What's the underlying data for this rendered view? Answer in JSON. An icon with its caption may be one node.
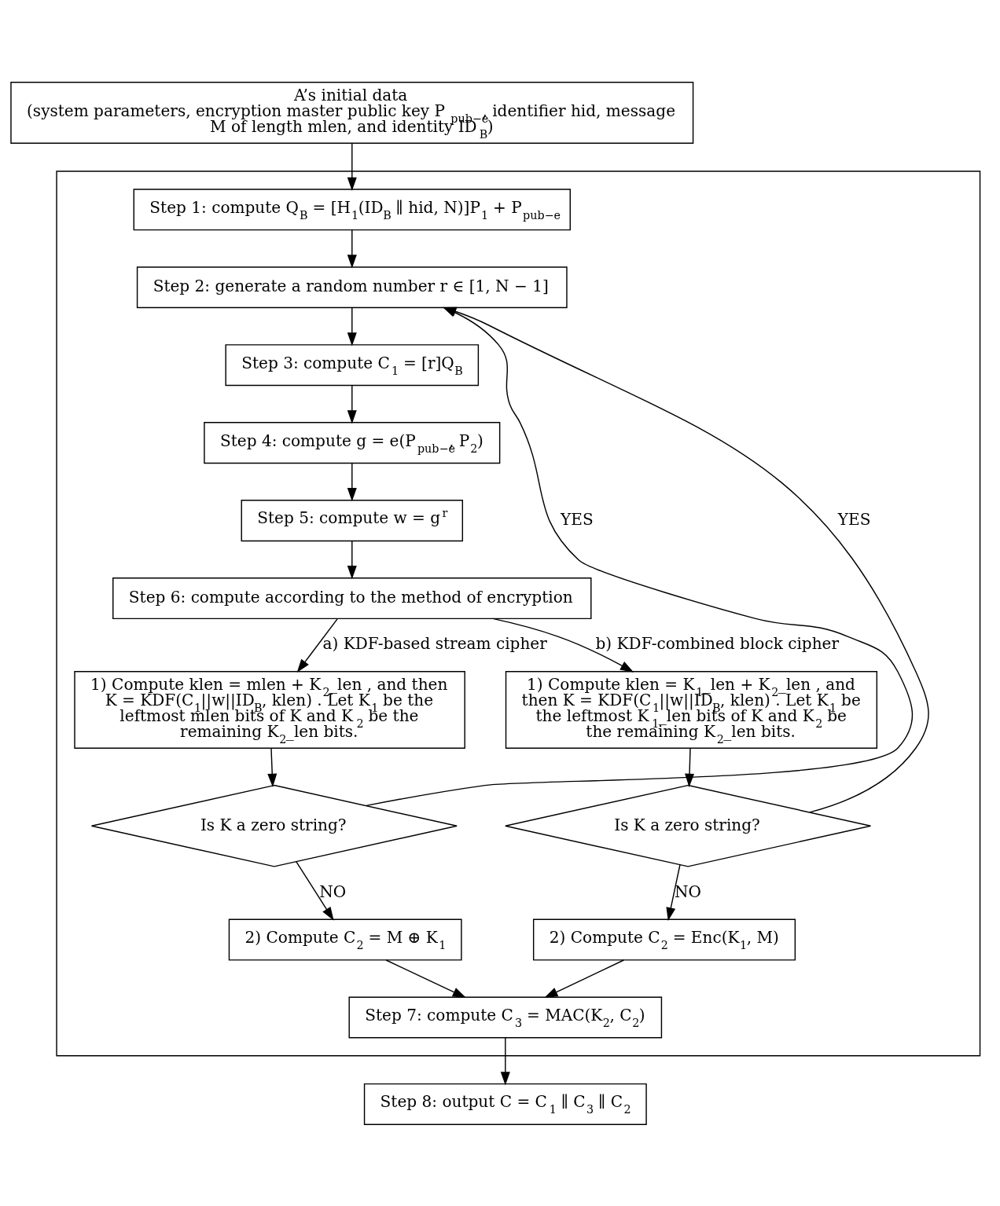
{
  "diagram": {
    "nodes": [
      {
        "text": [
          "A’s initial data",
          "(system parameters, encryption master public key P$_{pub−e}$, identifier hid, message M of length mlen, and identity ID$_{B}$)"
        ]
      },
      {
        "text": [],
        "shape": "box"
      },
      {
        "text": [
          "Step 1: compute Q$_{B}$ = [H$_{1}$(ID$_{B}$ ∥ hid, N)]P$_{1}$ + P$_{pub−e}$"
        ],
        "in": 1
      },
      {
        "text": [
          "Step 2: generate a random number r ∈ [1, N − 1]"
        ],
        "in": 1
      },
      {
        "text": [
          "Step 3: compute C$_{1}$ = [r]Q$_{B}$"
        ],
        "in": 1
      },
      {
        "text": [
          "Step 4: compute g = e(P$_{pub−e}$, P$_{2}$)"
        ],
        "in": 1
      },
      {
        "text": [
          "Step 5: compute w = g$^{r}$"
        ],
        "in": 1
      },
      {
        "text": [
          "Step 6: compute according to the method of encryption"
        ],
        "in": 1
      },
      {
        "text": [
          "1) Compute klen = mlen + K$_{2}$_len , and then K = KDF(C$_{1}$||w||ID$_{B}$, klen) . Let K$_{1}$ be the leftmost mlen bits of K and K$_{2}$ be the remaining K$_{2}$_len bits."
        ],
        "in": 1
      },
      {
        "text": [
          "1) Compute klen = K$_{1}$_len + K$_{2}$_len , and then K = KDF(C$_{1}$||w||ID$_{B}$, klen) . Let K$_{1}$ be the leftmost K$_{1}$_len bits of K and K$_{2}$ be the remaining K$_{2}$_len bits."
        ],
        "in": 1
      },
      {
        "text": [
          "Is K a zero string?"
        ],
        "in": 1
      },
      {
        "text": [
          "Is K a zero string?"
        ],
        "in": 1
      },
      {
        "text": [
          "2) Compute C$_{2}$ = M ⊕ K$_{1}$"
        ],
        "in": 1
      },
      {
        "text": [
          "2) Compute C$_{2}$ = Enc(K$_{1}$, M)"
        ],
        "in": 1
      },
      {
        "text": [
          "Step 7: compute C$_{3}$ = MAC(K$_{2}$, C$_{2}$)"
        ],
        "in": 1
      },
      {
        "text": [
          "Step 8: output C = C$_{1}$ ∥ C$_{3}$ ∥ C$_{2}$"
        ]
      }
    ],
    "edges": [
      {
        "from": 0,
        "to": 2,
        "arrow": "to"
      },
      {
        "from": 2,
        "to": 3,
        "arrow": "to"
      },
      {
        "from": 3,
        "to": 4,
        "arrow": "to"
      },
      {
        "from": 4,
        "to": 5,
        "arrow": "to"
      },
      {
        "from": 5,
        "to": 6,
        "arrow": "to"
      },
      {
        "from": 6,
        "to": 7,
        "arrow": "to"
      },
      {
        "from": 7,
        "to": 8,
        "arrow": "to",
        "label": "a) KDF-based stream cipher"
      },
      {
        "from": 7,
        "to": 9,
        "arrow": "to",
        "label": "b) KDF-combined block cipher"
      },
      {
        "from": 8,
        "to": 10,
        "arrow": "to"
      },
      {
        "from": 9,
        "to": 11,
        "arrow": "to"
      },
      {
        "from": 10,
        "to": 3,
        "arrow": "to",
        "label": "YES"
      },
      {
        "from": 11,
        "to": 3,
        "arrow": "to",
        "label": "YES"
      },
      {
        "from": 10,
        "to": 12,
        "arrow": "to",
        "label": "NO"
      },
      {
        "from": 11,
        "to": 13,
        "arrow": "to",
        "label": "NO"
      },
      {
        "from": 12,
        "to": 14,
        "arrow": "to"
      },
      {
        "from": 13,
        "to": 14,
        "arrow": "to"
      },
      {
        "from": 14,
        "to": 15,
        "arrow": "to"
      }
    ]
  }
}
